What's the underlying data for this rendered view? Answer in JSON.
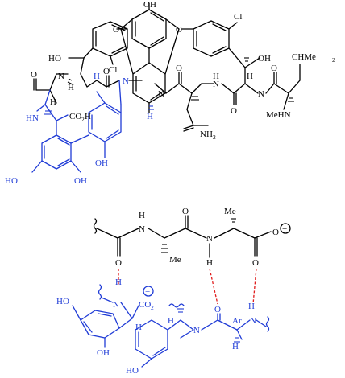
{
  "figure": {
    "colors": {
      "ligand": "#000000",
      "receptor": "#1f3bd6",
      "hbond": "#e01b1b"
    },
    "top_structure": {
      "labels": {
        "oh_top": "OH",
        "o_left": "O",
        "o_right": "O",
        "cl_top_right": "Cl",
        "cl_left": "Cl",
        "ho_left": "HO",
        "oh_right": "OH",
        "chme2": "CHMe",
        "chme2_sub": "2",
        "n_left": "N",
        "h_left": "H",
        "o_amide_1": "O",
        "o_amide_2": "O",
        "o_amide_3": "O",
        "o_amide_4": "O",
        "o_amide_5": "O",
        "h_1": "H",
        "h_2": "H",
        "h_3": "H",
        "h_4": "H",
        "h_5": "H",
        "h_6": "H",
        "n_1": "N",
        "n_2": "N",
        "n_3": "N",
        "n_4": "N",
        "n_5": "N",
        "hn_blue": "HN",
        "co2h": "CO",
        "co2h_sub": "2",
        "co2h_h": "H",
        "meHN": "MeHN",
        "nh2": "NH",
        "nh2_sub": "2",
        "ho_bottom_left": "HO",
        "oh_bottom_mid": "OH",
        "oh_bottom_right": "OH"
      }
    },
    "bottom_structure": {
      "labels": {
        "h_n1": "H",
        "n1": "N",
        "o_top": "O",
        "me_top": "Me",
        "o_carboxylate": "O",
        "minus_top": "−",
        "me_mid": "Me",
        "o_left": "O",
        "n2": "N",
        "h_n2": "H",
        "o_right": "O",
        "ho_left": "HO",
        "h_blue_1": "H",
        "n_blue_1": "N",
        "co2_blue": "CO",
        "co2_blue_sub": "2",
        "minus_blue": "−",
        "h_blue_2": "H",
        "oh_blue_mid": "OH",
        "h_blue_3": "H",
        "n_blue_2": "N",
        "o_blue": "O",
        "ar": "Ar",
        "h_blue_4": "H",
        "n_blue_3": "N",
        "h_blue_5": "H",
        "ho_blue_bottom": "HO"
      }
    }
  }
}
